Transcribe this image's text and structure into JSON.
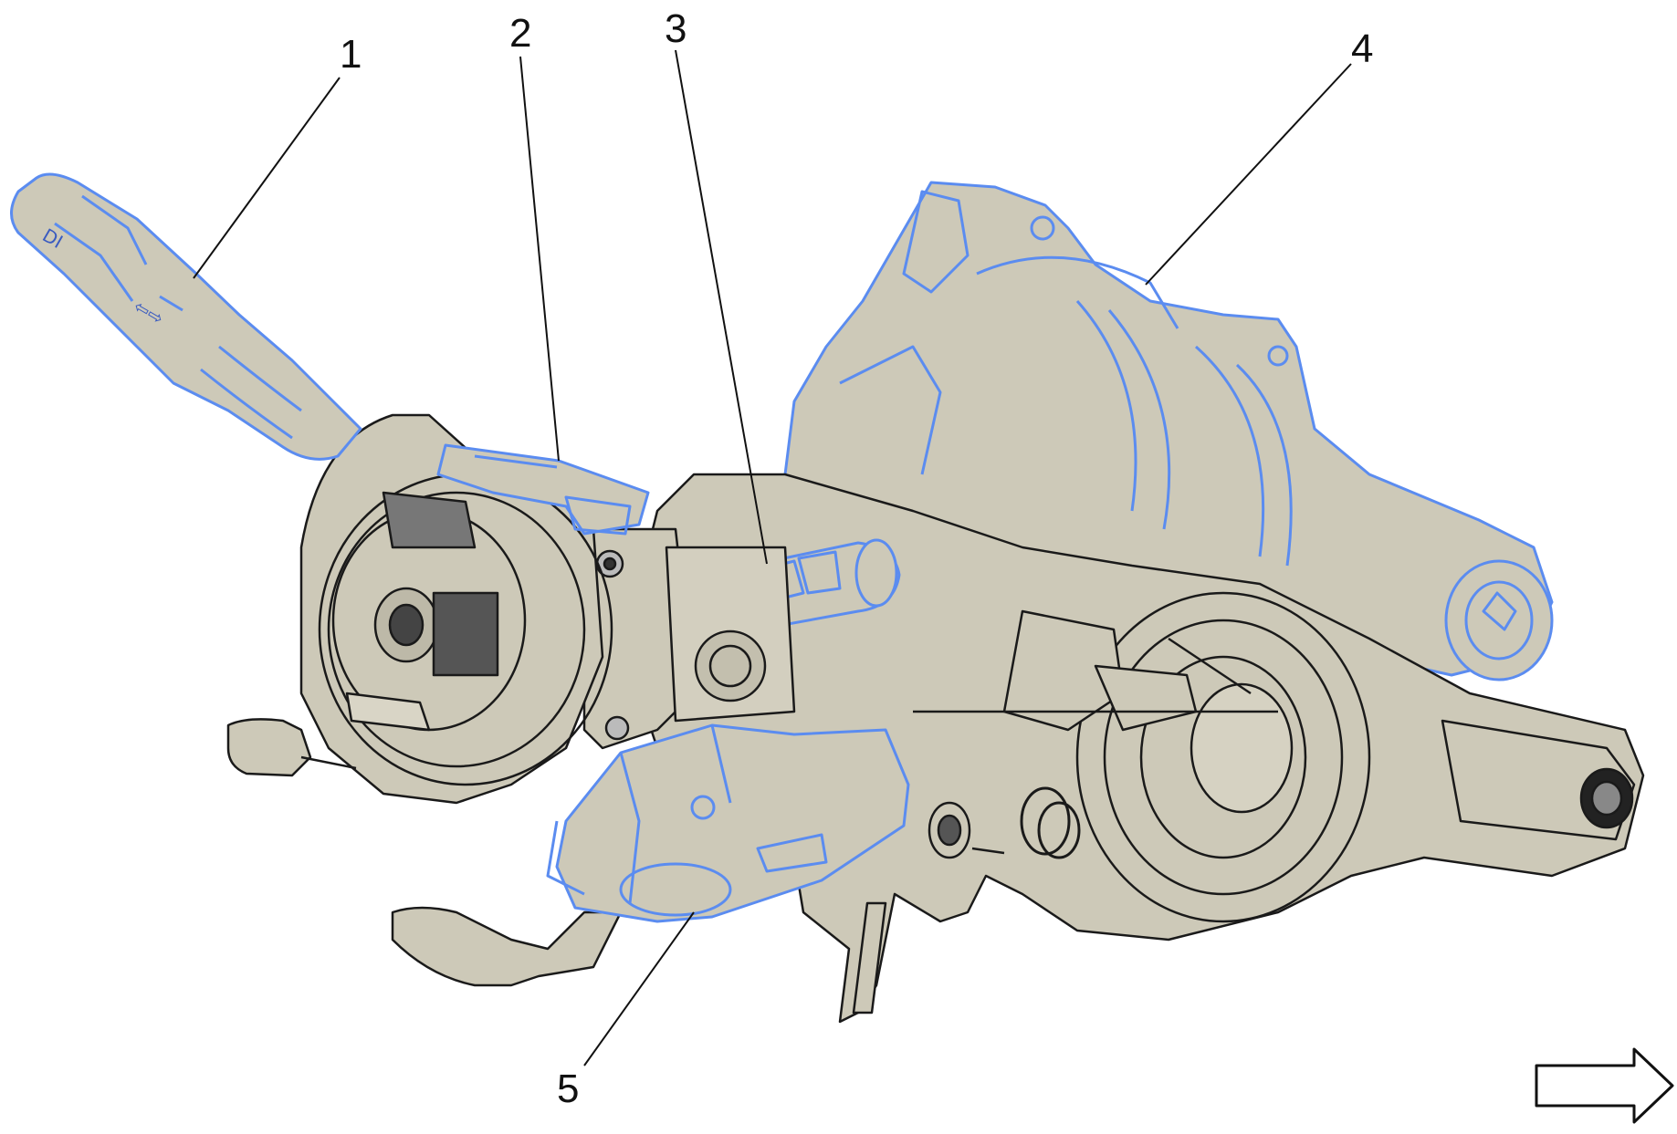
{
  "figure": {
    "callouts": [
      {
        "id": "c1",
        "label": "1"
      },
      {
        "id": "c2",
        "label": "2"
      },
      {
        "id": "c3",
        "label": "3"
      },
      {
        "id": "c4",
        "label": "4"
      },
      {
        "id": "c5",
        "label": "5"
      }
    ],
    "colors": {
      "component_fill": "#cdc9b8",
      "highlight_stroke": "#5b8cf0",
      "outline_stroke": "#1a1a1a",
      "background": "#ffffff"
    },
    "icons": [
      "direction-arrow-icon"
    ]
  }
}
